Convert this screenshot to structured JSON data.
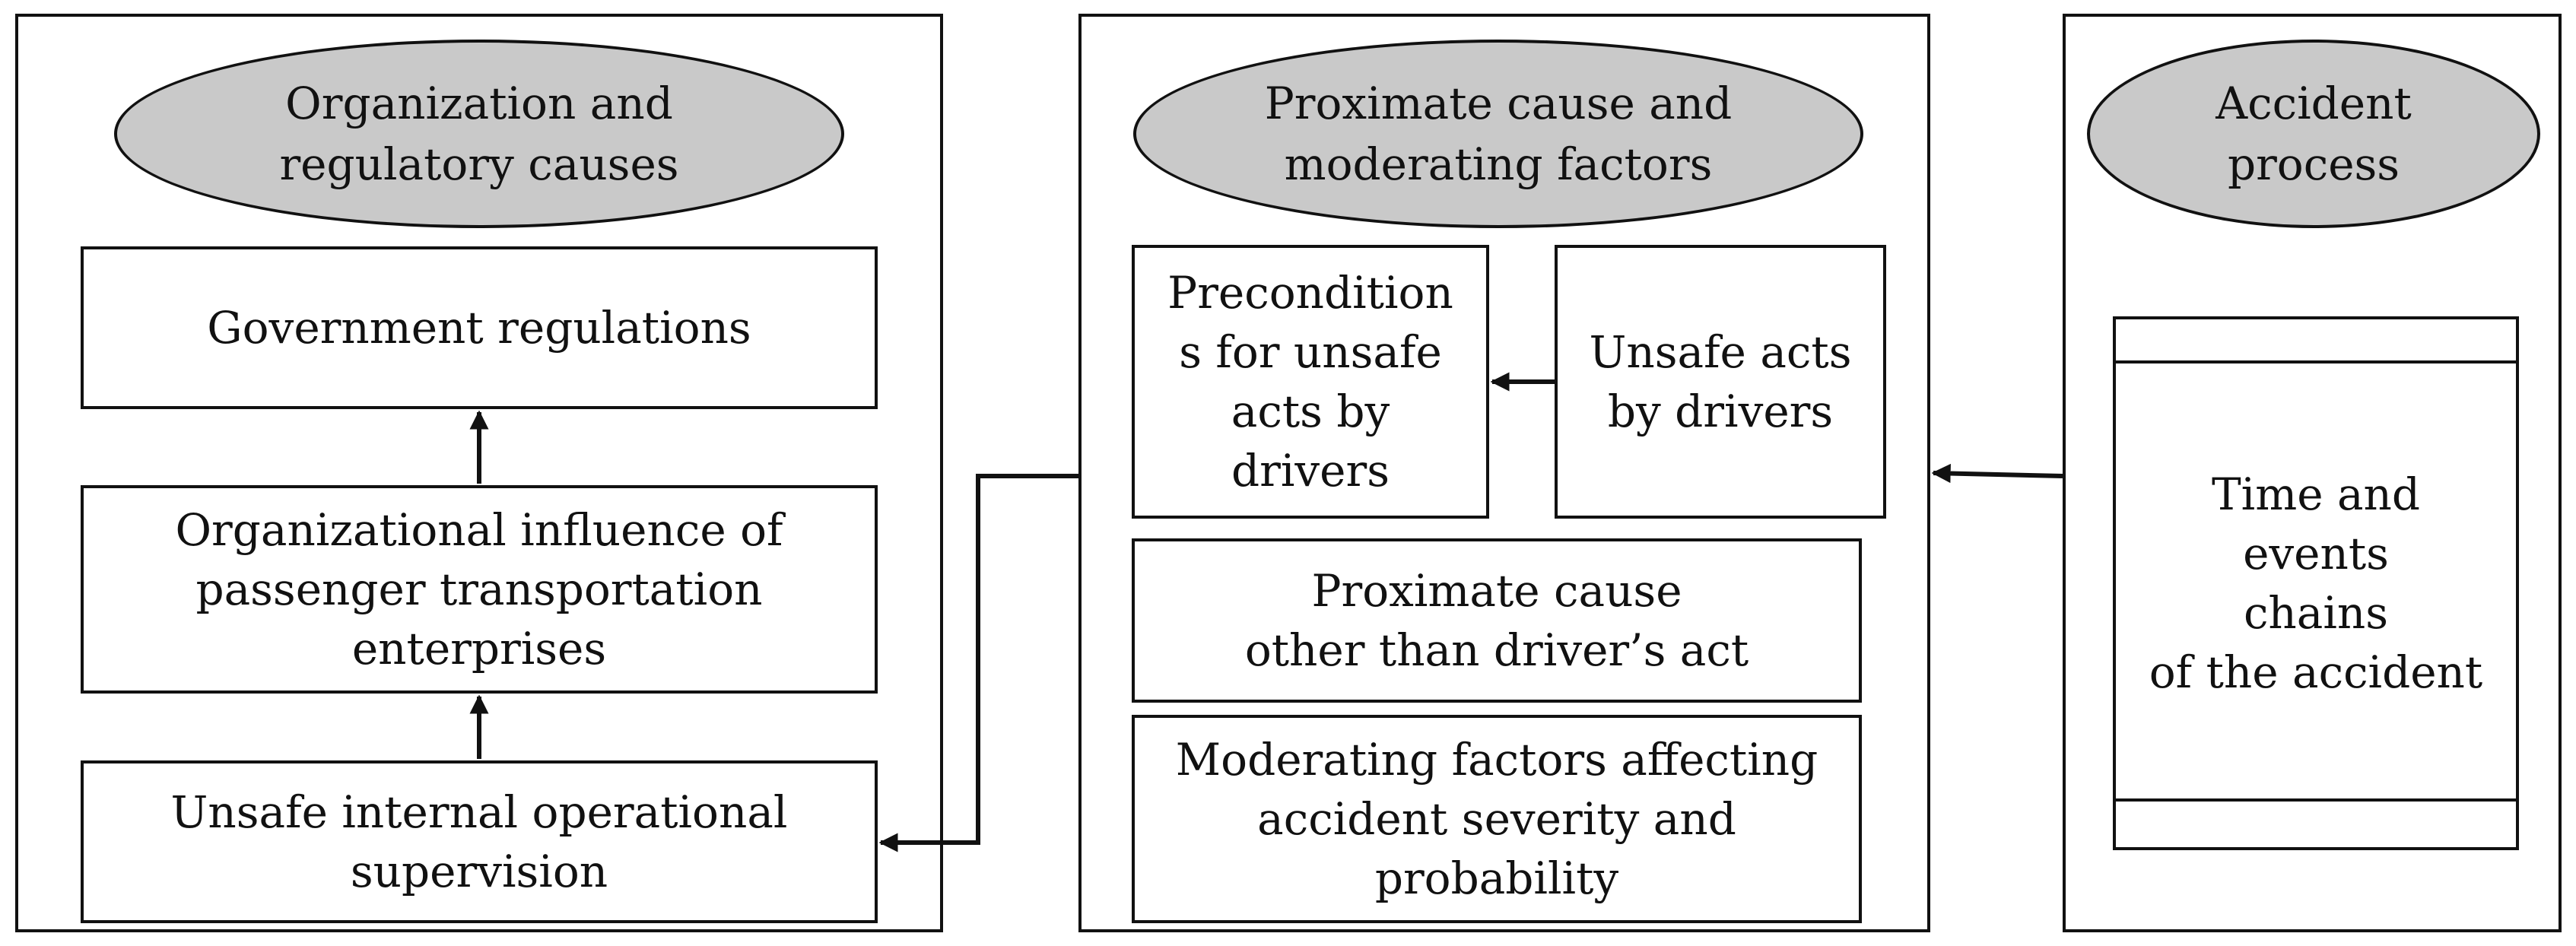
{
  "left_panel": {
    "header": "Organization and\nregulatory causes",
    "boxes": [
      "Government regulations",
      "Organizational influence of\npassenger transportation\nenterprises",
      "Unsafe internal operational\nsupervision"
    ]
  },
  "middle_panel": {
    "header": "Proximate cause and\nmoderating factors",
    "preconditions": "Precondition\ns for unsafe\nacts by\ndrivers",
    "unsafe_acts": "Unsafe acts\nby drivers",
    "other_cause": "Proximate cause\nother than  driver’s act",
    "moderating": "Moderating factors affecting\naccident severity and\nprobability"
  },
  "right_panel": {
    "header": "Accident\nprocess",
    "timeline_text": "Time and\nevents\nchains\nof the accident"
  }
}
